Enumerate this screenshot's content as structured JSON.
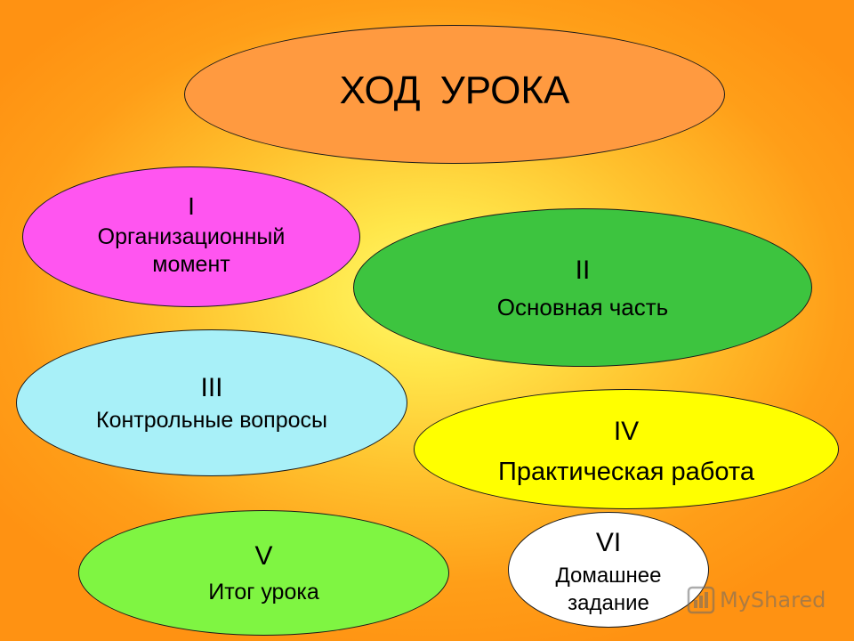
{
  "title": "ХОД  УРОКА",
  "stages": [
    {
      "numeral": "I",
      "label": "Организационный\nмомент",
      "color": "#ff55f0"
    },
    {
      "numeral": "II",
      "label": "Основная часть",
      "color": "#3dc43f"
    },
    {
      "numeral": "III",
      "label": "Контрольные вопросы",
      "color": "#a8f0f8"
    },
    {
      "numeral": "IV",
      "label": "Практическая работа",
      "color": "#ffff00"
    },
    {
      "numeral": "V",
      "label": "Итог урока",
      "color": "#7ff542"
    },
    {
      "numeral": "VI",
      "label": "Домашнее\nзадание",
      "color": "#ffffff"
    }
  ],
  "watermark": {
    "text": "MyShared",
    "icon": "myshared-logo-icon"
  },
  "colors": {
    "title_fill": "#ff9a40",
    "background": "#ffb020"
  }
}
